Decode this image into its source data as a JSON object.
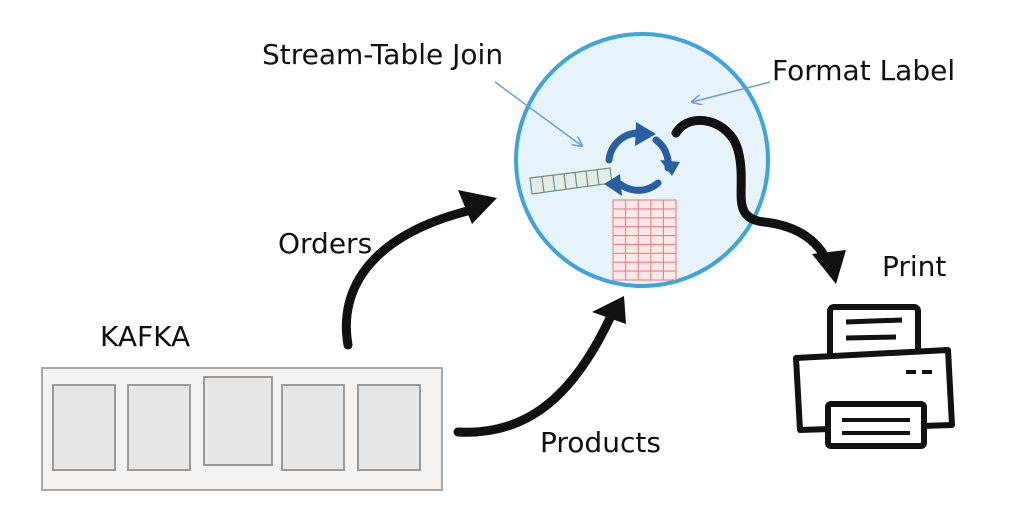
{
  "labels": {
    "join": "Stream-Table Join",
    "format": "Format Label",
    "orders": "Orders",
    "products": "Products",
    "kafka": "KAFKA",
    "print": "Print"
  },
  "colors": {
    "ink": "#111111",
    "circle_fill": "#e6f3fb",
    "circle_stroke": "#3da5dc",
    "cycle_arrows": "#2a5ea3",
    "pointer": "#6f9fd0",
    "stream_stroke": "#6b8e86",
    "stream_fill": "#e4ece6",
    "table_stroke": "#e88080",
    "table_fill": "#fde8e8",
    "kafka_fill": "#f3f2f0",
    "kafka_stroke": "#a9a9a9"
  },
  "icons": {
    "cycle": "refresh-cycle-icon",
    "printer": "printer-icon"
  }
}
